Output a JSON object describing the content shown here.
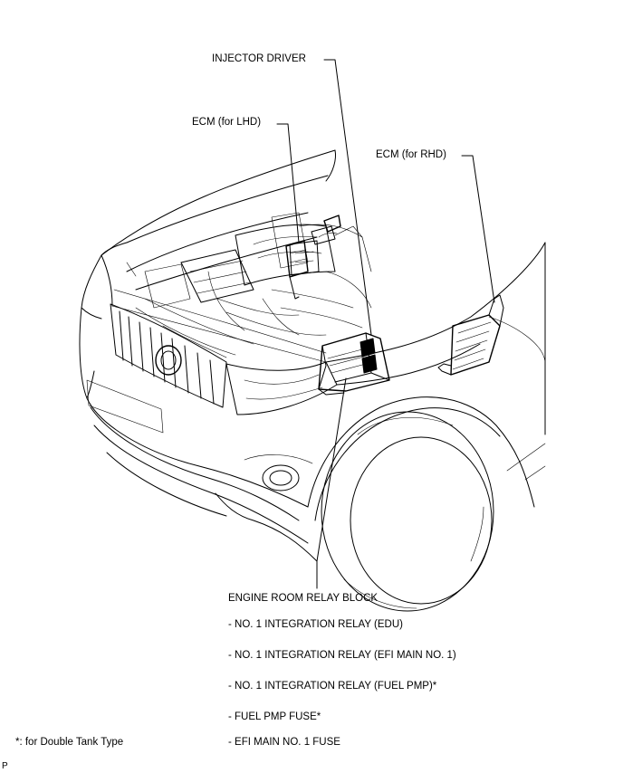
{
  "labels": {
    "injector_driver": "INJECTOR DRIVER",
    "ecm_lhd": "ECM (for LHD)",
    "ecm_rhd": "ECM (for RHD)",
    "relay_block": "ENGINE ROOM RELAY BLOCK",
    "relay_items": [
      "- NO. 1 INTEGRATION RELAY (EDU)",
      "- NO. 1 INTEGRATION RELAY (EFI MAIN NO. 1)",
      "- NO. 1 INTEGRATION RELAY (FUEL PMP)*",
      "- FUEL PMP FUSE*",
      "- EFI MAIN NO. 1 FUSE"
    ],
    "footnote": "*: for Double Tank Type",
    "corner_mark": "P"
  }
}
